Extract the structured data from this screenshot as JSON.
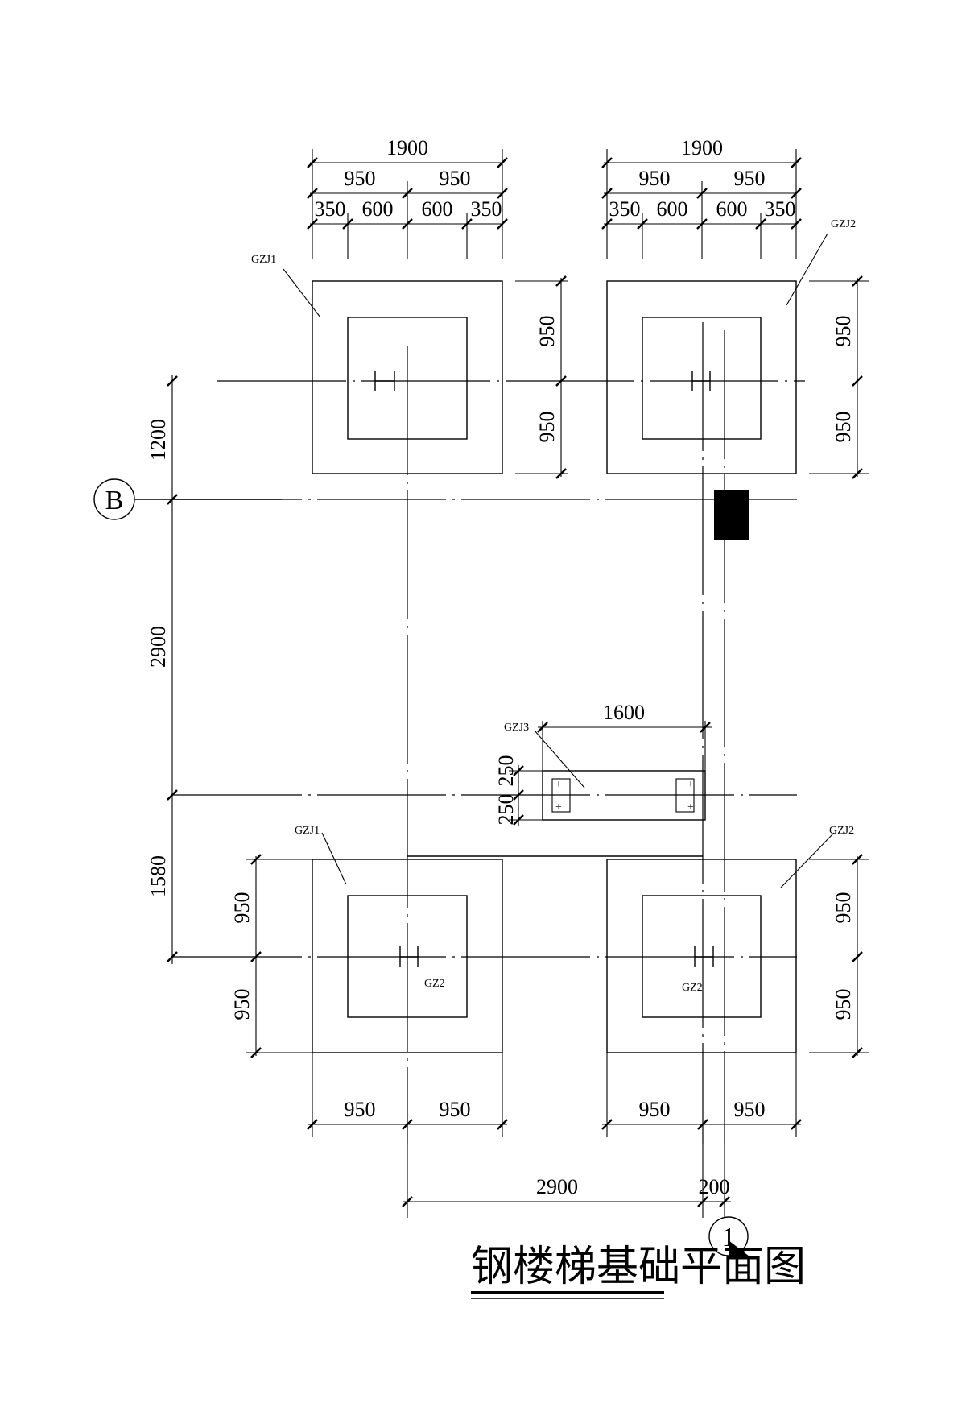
{
  "title": "钢楼梯基础平面图",
  "axes": {
    "row_b": "B",
    "col_1": "1"
  },
  "labels": {
    "gzj1_top": "GZJ1",
    "gzj2_top": "GZJ2",
    "gzj3": "GZJ3",
    "gzj1_bottom": "GZJ1",
    "gzj2_bottom": "GZJ2",
    "gz2_left": "GZ2",
    "gz2_right": "GZ2"
  },
  "dims": {
    "top_left_total": "1900",
    "top_left_half_a": "950",
    "top_left_half_b": "950",
    "top_left_seg": [
      "350",
      "600",
      "600",
      "350"
    ],
    "top_right_total": "1900",
    "top_right_half_a": "950",
    "top_right_half_b": "950",
    "top_right_seg": [
      "350",
      "600",
      "600",
      "350"
    ],
    "left_1200": "1200",
    "left_2900": "2900",
    "left_1580": "1580",
    "mid_top_a": "950",
    "mid_top_b": "950",
    "right_top_a": "950",
    "right_top_b": "950",
    "gzj3_width": "1600",
    "gzj3_h_a": "250",
    "gzj3_h_b": "250",
    "bl_v_a": "950",
    "bl_v_b": "950",
    "br_v_a": "950",
    "br_v_b": "950",
    "bl_h_a": "950",
    "bl_h_b": "950",
    "br_h_a": "950",
    "br_h_b": "950",
    "bottom_2900": "2900",
    "bottom_200": "200"
  }
}
